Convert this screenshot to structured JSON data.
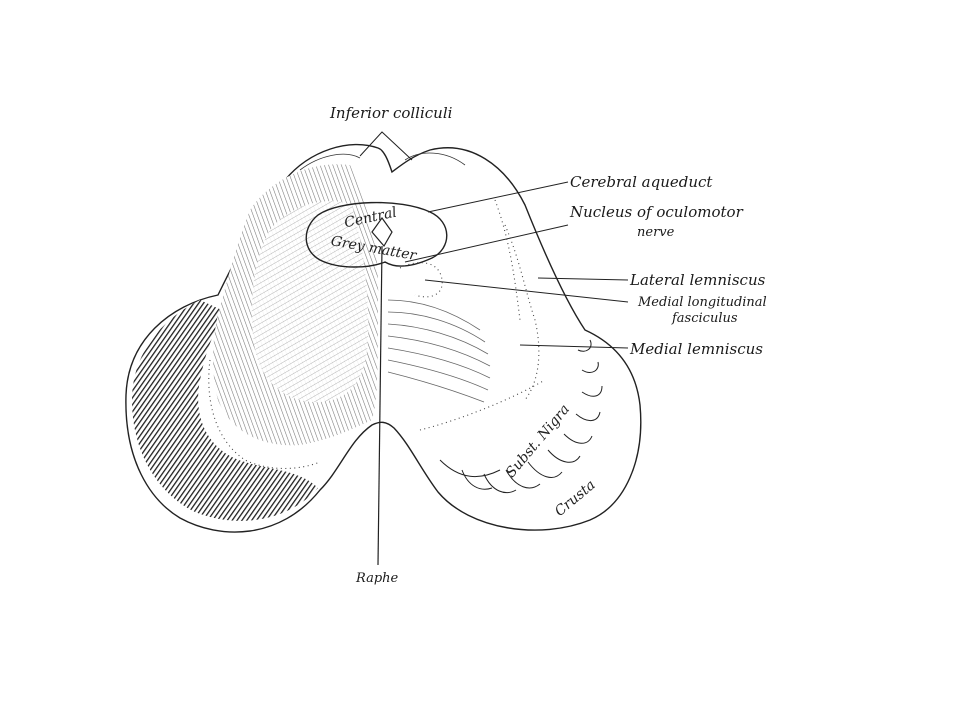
{
  "figure": {
    "labels": {
      "inferior_colliculi": "Inferior colliculi",
      "cerebral_aqueduct": "Cerebral aqueduct",
      "nucleus_oculomotor_line1": "Nucleus of oculomotor",
      "nucleus_oculomotor_line2": "nerve",
      "lateral_lemniscus": "Lateral lemniscus",
      "medial_longitudinal_line1": "Medial longitudinal",
      "medial_longitudinal_line2": "fasciculus",
      "medial_lemniscus": "Medial lemniscus",
      "raphe": "Raphe",
      "central": "Central",
      "grey_matter": "Grey matter",
      "subst_nigra": "Subst. Nigra",
      "crusta": "Crusta"
    },
    "colors": {
      "ink": "#1a1a1a",
      "shade_dark": "#2b2b2b",
      "shade_mid": "#8a8a8a",
      "paper": "#ffffff"
    }
  }
}
